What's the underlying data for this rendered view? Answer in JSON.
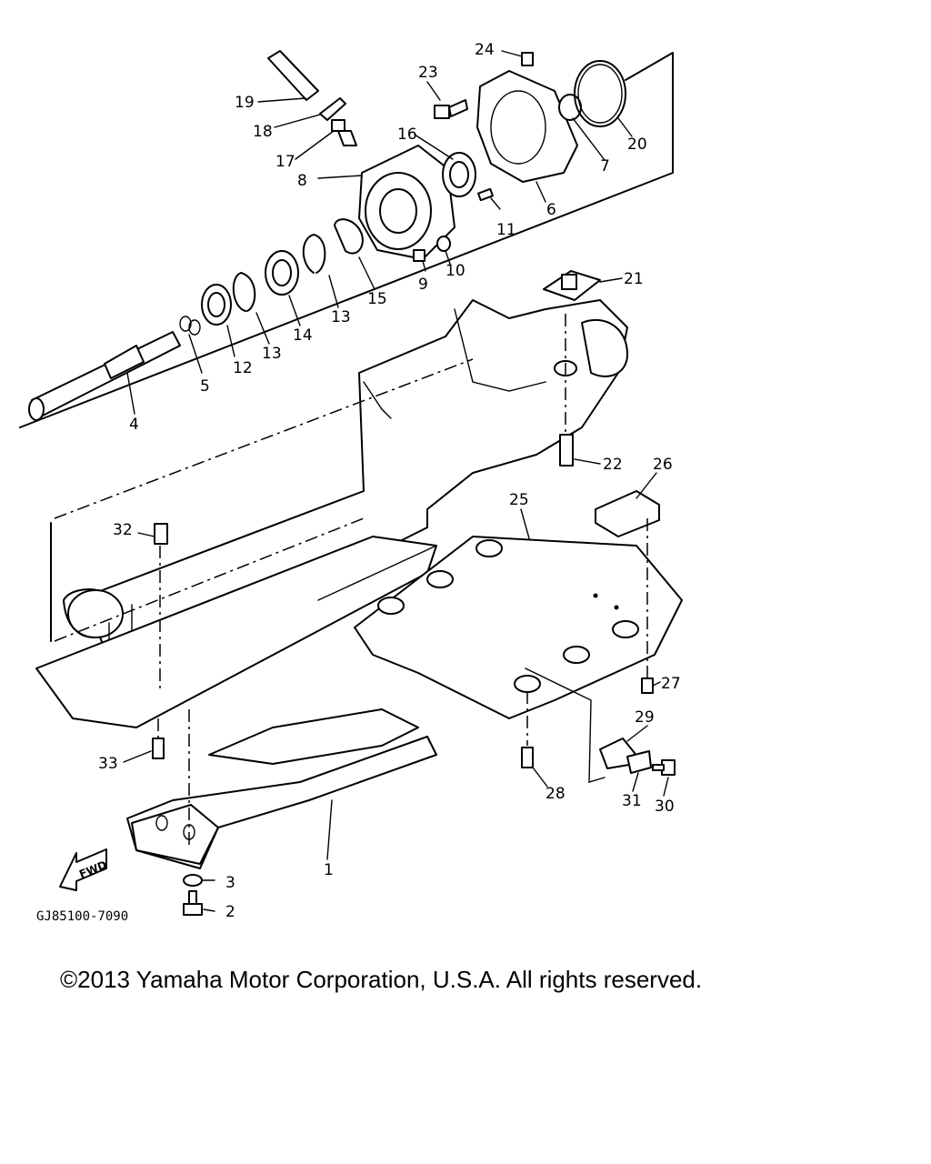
{
  "diagram": {
    "drawing_code": "GJ85100-7090",
    "fwd_label": "FWD",
    "callouts": [
      "1",
      "2",
      "3",
      "4",
      "5",
      "6",
      "7",
      "8",
      "9",
      "10",
      "11",
      "12",
      "13",
      "13",
      "14",
      "15",
      "16",
      "17",
      "18",
      "19",
      "20",
      "21",
      "22",
      "23",
      "24",
      "25",
      "26",
      "27",
      "28",
      "29",
      "30",
      "31",
      "32",
      "33"
    ]
  },
  "footer": {
    "copyright": "©2013 Yamaha Motor Corporation, U.S.A. All rights reserved."
  }
}
